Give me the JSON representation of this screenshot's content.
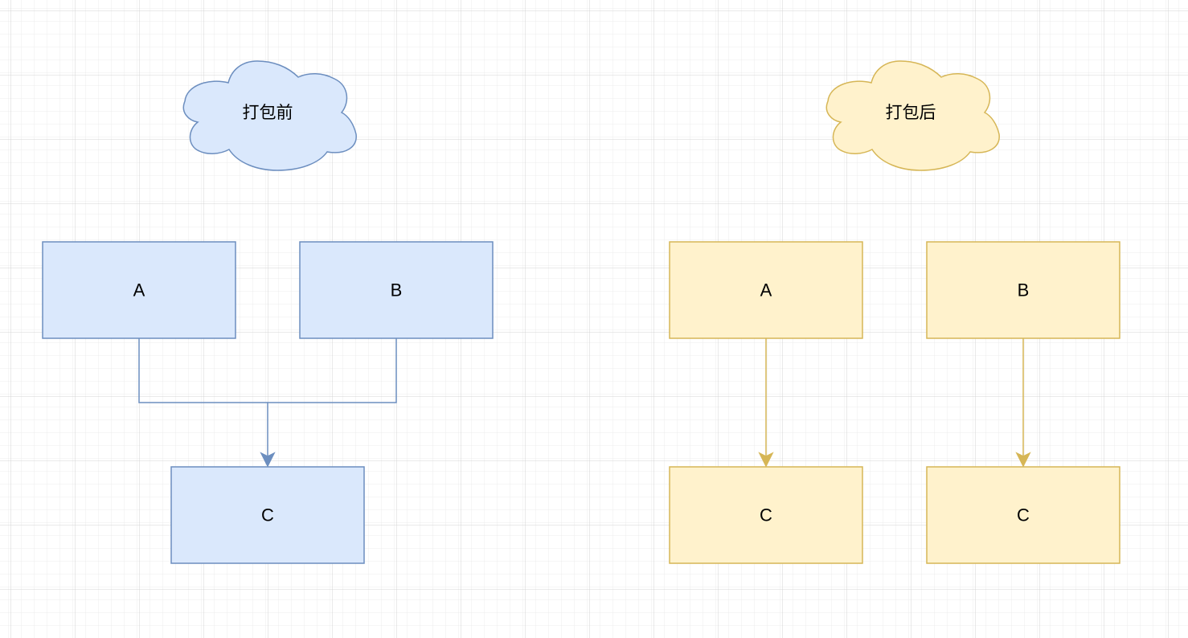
{
  "colors": {
    "blue_fill": "#dae8fc",
    "blue_stroke": "#6c8ebf",
    "yellow_fill": "#fff2cc",
    "yellow_stroke": "#d6b656",
    "grid_minor": "#ececec",
    "grid_major": "#d4d4d4"
  },
  "before": {
    "title": "打包前",
    "node_a": "A",
    "node_b": "B",
    "node_c": "C"
  },
  "after": {
    "title": "打包后",
    "node_a": "A",
    "node_b": "B",
    "node_c1": "C",
    "node_c2": "C"
  }
}
